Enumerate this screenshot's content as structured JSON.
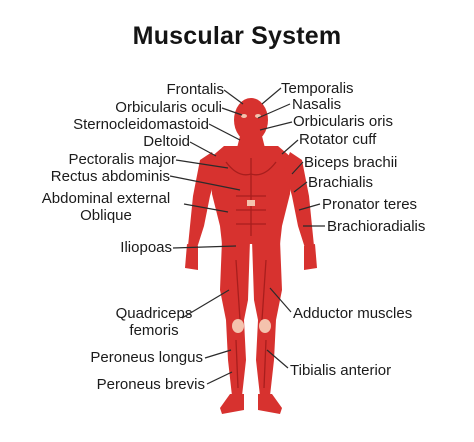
{
  "title": "Muscular System",
  "colors": {
    "muscle": "#d7322f",
    "muscle_dark": "#a81e1d",
    "skin": "#f4c2ad",
    "leader": "#2b2b2b",
    "text": "#1b1b1b"
  },
  "labels": {
    "left": {
      "frontalis": "Frontalis",
      "orbicularis_oculi": "Orbicularis oculi",
      "sternocleidomastoid": "Sternocleidomastoid",
      "deltoid": "Deltoid",
      "pectoralis_major": "Pectoralis major",
      "rectus_abdominis": "Rectus abdominis",
      "abdominal_external_1": "Abdominal external",
      "abdominal_external_2": "Oblique",
      "iliopoas": "Iliopoas",
      "quadriceps_1": "Quadriceps",
      "quadriceps_2": "femoris",
      "peroneus_longus": "Peroneus longus",
      "peroneus_brevis": "Peroneus brevis"
    },
    "right": {
      "temporalis": "Temporalis",
      "nasalis": "Nasalis",
      "orbicularis_oris": "Orbicularis oris",
      "rotator_cuff": "Rotator cuff",
      "biceps_brachii": "Biceps brachii",
      "brachialis": "Brachialis",
      "pronator_teres": "Pronator teres",
      "brachioradialis": "Brachioradialis",
      "adductor_muscles": "Adductor muscles",
      "tibialis_anterior": "Tibialis anterior"
    }
  }
}
